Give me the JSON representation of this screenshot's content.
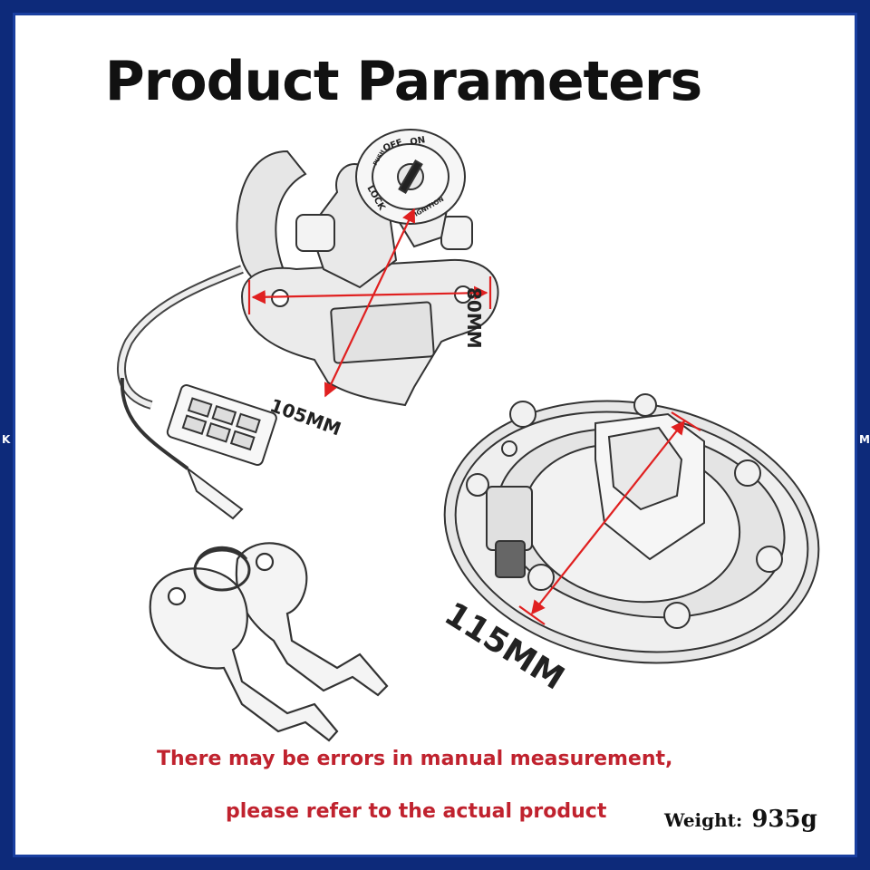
{
  "title": "Product Parameters",
  "dimensions": {
    "height_label": "80MM",
    "width_label": "105MM",
    "cap_label": "115MM"
  },
  "switch_marks": {
    "off": "OFF",
    "on": "ON",
    "lock": "LOCK",
    "push": "PUSH",
    "ignition": "IGNITION"
  },
  "notes": {
    "line1": "There may be errors in manual measurement,",
    "line2": "please refer to the actual product"
  },
  "weight": {
    "label": "Weight:",
    "value": "935g"
  },
  "edge_marks": {
    "left": "K",
    "right": "M"
  },
  "colors": {
    "border": "#0d2a7a",
    "dimension_line": "#e02020",
    "note_text": "#c0222e"
  }
}
